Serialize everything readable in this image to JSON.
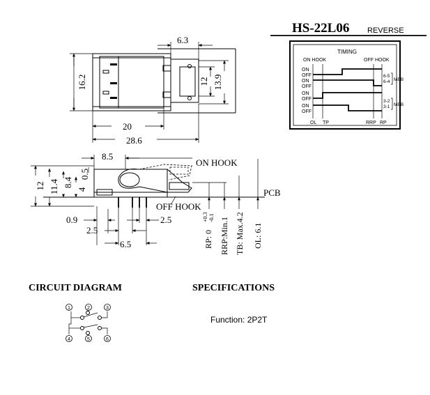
{
  "title": {
    "model": "HS-22L06",
    "suffix": "REVERSE"
  },
  "timing": {
    "heading": "TIMING",
    "on_hook": "ON HOOK",
    "off_hook": "OFF HOOK",
    "on": "ON",
    "off": "OFF",
    "contacts": [
      "6-5",
      "6-4",
      "3-2",
      "3-1"
    ],
    "mbb": "MBB",
    "axis": [
      "OL",
      "TP",
      "RRP",
      "RP"
    ]
  },
  "top_view": {
    "dims": [
      "6.3",
      "16.2",
      "12",
      "13.9",
      "20",
      "28.6"
    ]
  },
  "side_view": {
    "dims": [
      "8.5",
      "12",
      "11.4",
      "8.4",
      "4",
      "0.5",
      "0.9",
      "2.5",
      "2.5",
      "6.5"
    ],
    "on_hook": "ON HOOK",
    "off_hook": "OFF HOOK",
    "pcb": "PCB",
    "travel": [
      "RP: 0",
      "+0.3",
      "-0.1",
      "RRP:Min.1",
      "TB: Max.4.2",
      "OL: 6.1"
    ]
  },
  "circuit": {
    "heading": "CIRCUIT DIAGRAM",
    "terminals": [
      "1",
      "2",
      "3",
      "4",
      "5",
      "6"
    ]
  },
  "specifications": {
    "heading": "SPECIFICATIONS",
    "function": "Function: 2P2T"
  }
}
